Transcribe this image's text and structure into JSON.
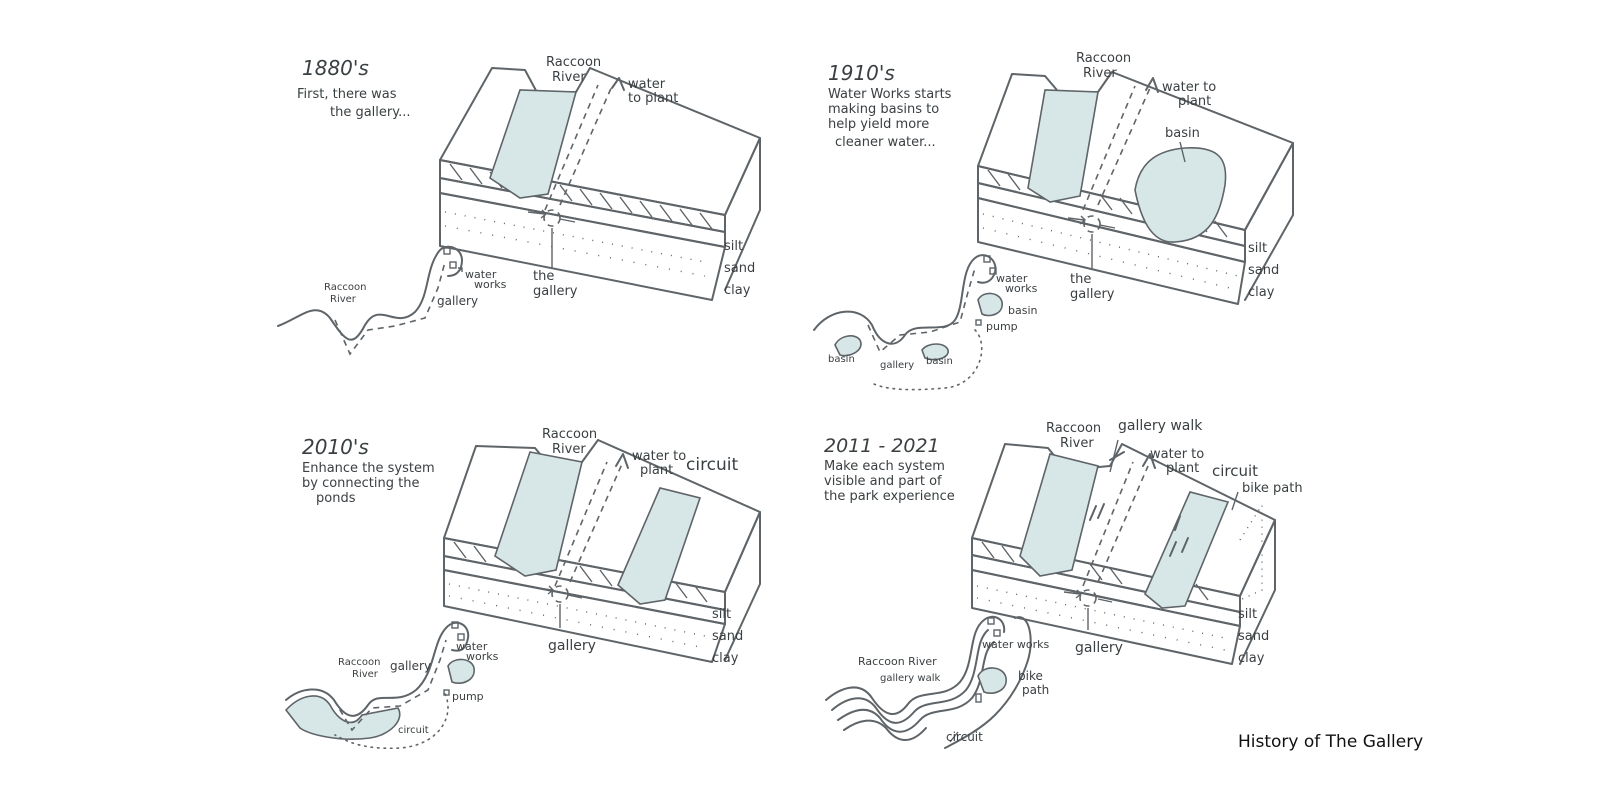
{
  "caption": "History of The Gallery",
  "colors": {
    "ink": "#5e6468",
    "water": "#d7e7e8",
    "text": "#3a3f42",
    "background": "#ffffff"
  },
  "panels": [
    {
      "year": "1880's",
      "desc": [
        "First, there was",
        "the gallery..."
      ],
      "labels": {
        "river": [
          "Raccoon",
          "River"
        ],
        "to_plant": [
          "water",
          "to plant"
        ],
        "gallery": [
          "the",
          "gallery"
        ],
        "layers": [
          "silt",
          "sand",
          "clay"
        ]
      },
      "map": {
        "river": [
          "Raccoon",
          "River"
        ],
        "works": [
          "water",
          "works"
        ],
        "gallery": "gallery"
      }
    },
    {
      "year": "1910's",
      "desc": [
        "Water Works starts",
        "making basins to",
        "help yield more",
        "cleaner water..."
      ],
      "labels": {
        "river": [
          "Raccoon",
          "River"
        ],
        "to_plant": [
          "water to",
          "plant"
        ],
        "basin": "basin",
        "gallery": [
          "the",
          "gallery"
        ],
        "layers": [
          "silt",
          "sand",
          "clay"
        ]
      },
      "map": {
        "works": [
          "water",
          "works"
        ],
        "basin_right": "basin",
        "pump": "pump",
        "basin_left": "basin",
        "gallery": "gallery",
        "basin_mid": "basin"
      }
    },
    {
      "year": "2010's",
      "desc": [
        "Enhance the system",
        "by connecting the",
        "ponds"
      ],
      "labels": {
        "river": [
          "Raccoon",
          "River"
        ],
        "to_plant": [
          "water to",
          "plant"
        ],
        "circuit": "circuit",
        "gallery": "gallery",
        "layers": [
          "silt",
          "sand",
          "clay"
        ]
      },
      "map": {
        "river": [
          "Raccoon",
          "River"
        ],
        "gallery": "gallery",
        "works": [
          "water",
          "works"
        ],
        "pump": "pump",
        "circuit": "circuit"
      }
    },
    {
      "year": "2011 - 2021",
      "desc": [
        "Make each system",
        "visible and part of",
        "the park experience"
      ],
      "labels": {
        "river": [
          "Raccoon",
          "River"
        ],
        "gallery_walk": "gallery walk",
        "to_plant": [
          "water to",
          "plant"
        ],
        "circuit": "circuit",
        "bike_path": "bike path",
        "gallery": "gallery",
        "layers": [
          "silt",
          "sand",
          "clay"
        ]
      },
      "map": {
        "river": "Raccoon River",
        "gallery_walk": "gallery walk",
        "works": "water works",
        "bike_path": [
          "bike",
          "path"
        ],
        "circuit": "circuit"
      }
    }
  ]
}
